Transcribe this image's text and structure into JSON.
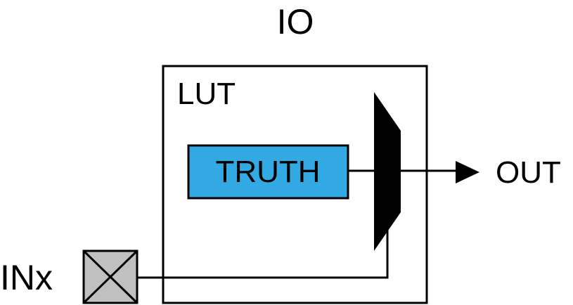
{
  "title": "IO",
  "block_label": "LUT",
  "truth_label": "TRUTH",
  "output_label": "OUT",
  "input_label": "INx",
  "colors": {
    "truth_fill": "#33A9E3",
    "input_fill": "#C0C0C0",
    "stroke": "#000000"
  }
}
